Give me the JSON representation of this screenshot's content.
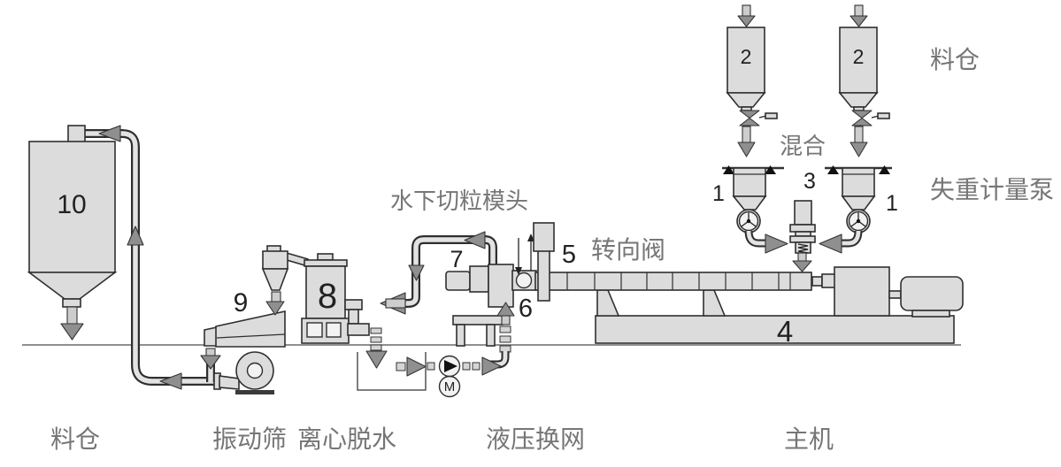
{
  "labels": {
    "top_hopper": "料仓",
    "mixing": "混合",
    "loss_in_weight_feeder": "失重计量泵",
    "diverter_valve": "转向阀",
    "underwater_pelletizing_die": "水下切粒模头",
    "bottom_hopper": "料仓",
    "vibrating_screen": "振动筛",
    "centrifugal_dewatering": "离心脱水",
    "hydraulic_screen_changer": "液压换网",
    "main_machine": "主机",
    "pump_motor_letter": "M"
  },
  "numbers": {
    "n1": "1",
    "n2": "2",
    "n3": "3",
    "n4": "4",
    "n5": "5",
    "n6": "6",
    "n7": "7",
    "n8": "8",
    "n9": "9",
    "n10": "10"
  },
  "colors": {
    "background": "#ffffff",
    "equipment_fill": "#dcdcdc",
    "equipment_outline": "#2f2f2f",
    "arrow_fill": "#8f8f8f",
    "label_text": "#767676",
    "number_text": "#222222"
  }
}
